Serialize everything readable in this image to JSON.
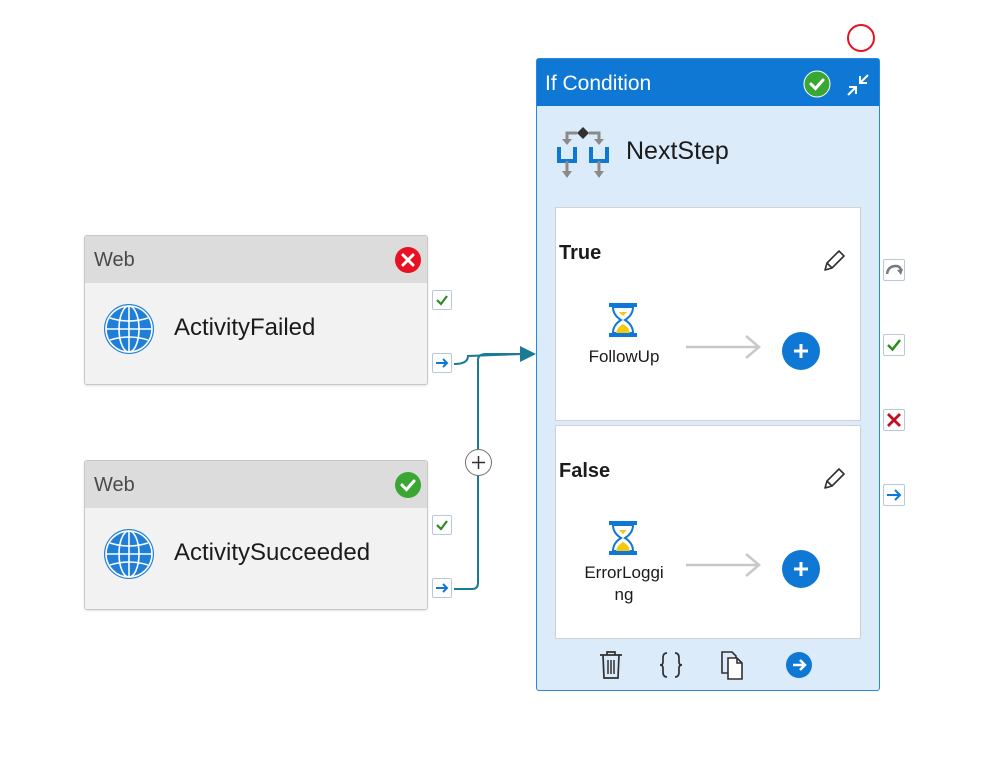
{
  "activities": [
    {
      "type": "Web",
      "name": "ActivityFailed",
      "status": "failed",
      "status_icon": "error-icon",
      "status_color": "#e81123"
    },
    {
      "type": "Web",
      "name": "ActivitySucceeded",
      "status": "succeeded",
      "status_icon": "success-icon",
      "status_color": "#3aa734"
    }
  ],
  "if_condition": {
    "title": "If Condition",
    "name": "NextStep",
    "header_color": "#0f78d4",
    "branches": [
      {
        "label": "True",
        "activity_name_lines": [
          "FollowUp"
        ]
      },
      {
        "label": "False",
        "activity_name_lines": [
          "ErrorLoggi",
          "ng"
        ]
      }
    ],
    "toolbar": [
      "delete-icon",
      "code-braces-icon",
      "copy-icon",
      "go-arrow-icon"
    ]
  },
  "connection_colors": {
    "line": "#1b7a94",
    "success": "#2e8b20",
    "failure": "#c50f1f",
    "completion": "#0f78d4"
  }
}
